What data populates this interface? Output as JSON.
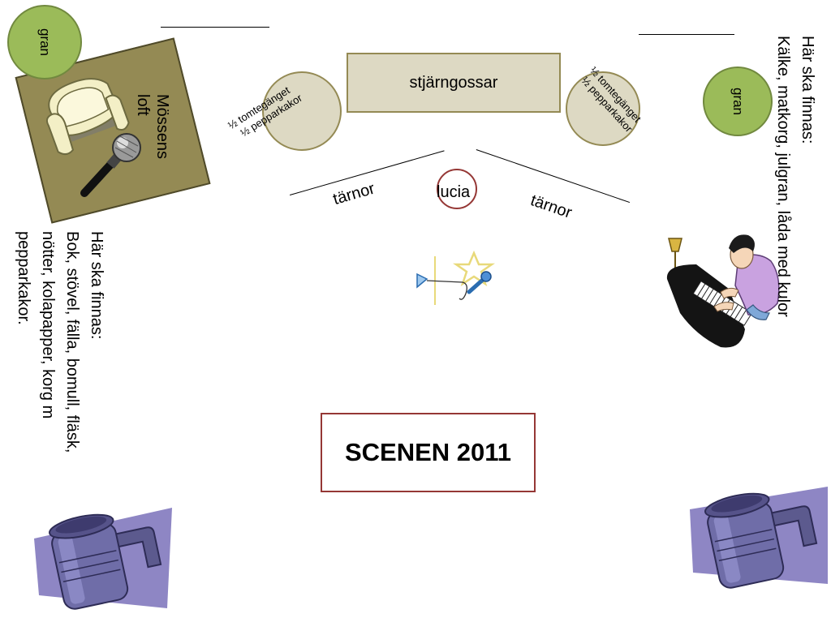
{
  "trees": {
    "left": "gran",
    "right": "gran"
  },
  "loft": {
    "label_line1": "Mössens",
    "label_line2": "loft"
  },
  "props": {
    "left": {
      "line1": "½ tomtegänget",
      "line2": "½ pepparkakor"
    },
    "right": {
      "line1": "½ tomtegänget",
      "line2": "½ pepparkakor"
    }
  },
  "stage": {
    "box_label": "stjärngossar",
    "lucia": "lucia",
    "tarnor_left": "tärnor",
    "tarnor_right": "tärnor",
    "title": "SCENEN 2011"
  },
  "notes": {
    "left": {
      "line1": "Här ska finnas:",
      "line2": "Bok, stövel, fälla, bomull, fläsk,",
      "line3": "nötter, kolapapper, korg m",
      "line4": "pepparkakor."
    },
    "right": {
      "line1": "Här ska finnas:",
      "line2": "Kälke, matkorg, julgran, låda med kulor"
    }
  },
  "colors": {
    "tree_fill": "#9bbb59",
    "prop_fill": "#ddd9c3",
    "loft_fill": "#948a54",
    "title_border": "#953735",
    "lucia_border": "#953735",
    "spotlight_body": "#7f7fb2"
  },
  "icons": [
    "armchair-icon",
    "microphone-icon",
    "mic-stand-star-icon",
    "pianist-icon",
    "spotlight-icon"
  ]
}
